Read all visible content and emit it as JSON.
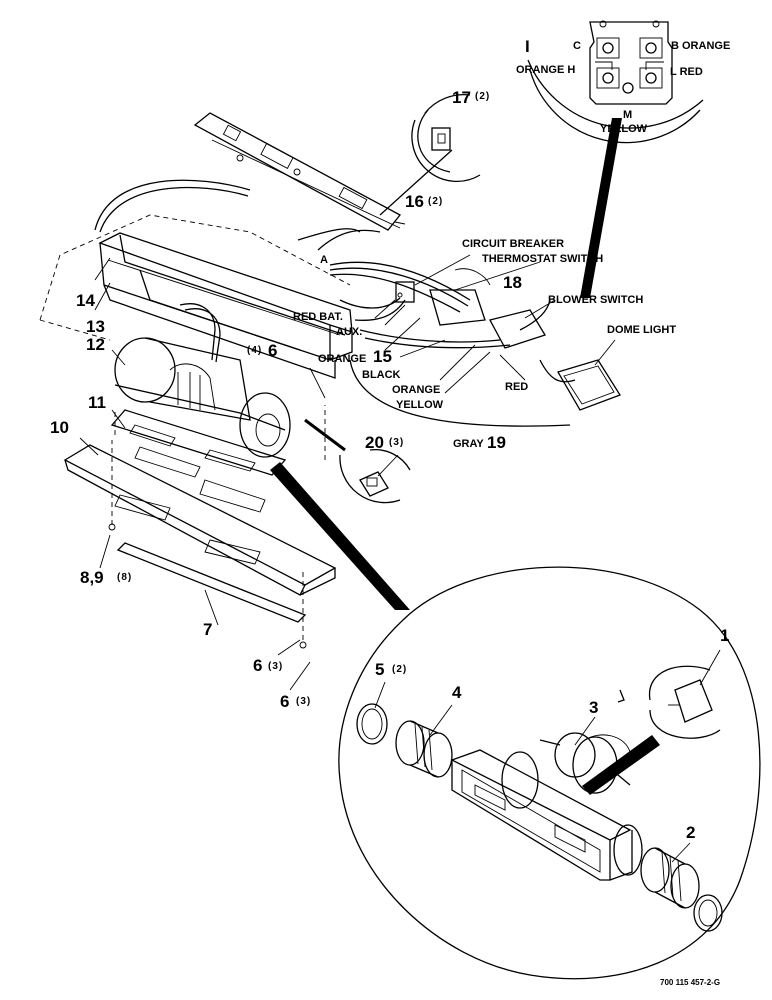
{
  "callouts": {
    "c1": "1",
    "c2": "2",
    "c3": "3",
    "c4": "4",
    "c5": "5",
    "c6a": "6",
    "c6b": "6",
    "c6c": "6",
    "c7": "7",
    "c89": "8,9",
    "c10": "10",
    "c11": "11",
    "c12": "12",
    "c13": "13",
    "c14": "14",
    "c15": "15",
    "c16": "16",
    "c17": "17",
    "c18": "18",
    "c19": "19",
    "c20": "20"
  },
  "quantities": {
    "q5": "(2)",
    "q6a": "(4)",
    "q6b": "(3)",
    "q6c": "(3)",
    "q89": "(8)",
    "q16": "(2)",
    "q17": "(2)",
    "q20": "(3)"
  },
  "wire_labels": {
    "red_bat": "RED BAT.",
    "aux": "AUX.",
    "orange": "ORANGE",
    "black": "BLACK",
    "orange2": "ORANGE",
    "yellow": "YELLOW",
    "red": "RED",
    "gray": "GRAY",
    "circuit_breaker": "CIRCUIT BREAKER",
    "thermostat_switch": "THERMOSTAT  SWITCH",
    "blower_switch": "BLOWER SWITCH",
    "dome_light": "DOME LIGHT",
    "a": "A"
  },
  "switch_terminals": {
    "c": "C",
    "b_orange": "B ORANGE",
    "orange_h": "ORANGE H",
    "l_red": "L  RED",
    "m": "M",
    "yellow": "YELLOW",
    "mark": "I"
  },
  "drawing_number": "700 115 457-2-G"
}
